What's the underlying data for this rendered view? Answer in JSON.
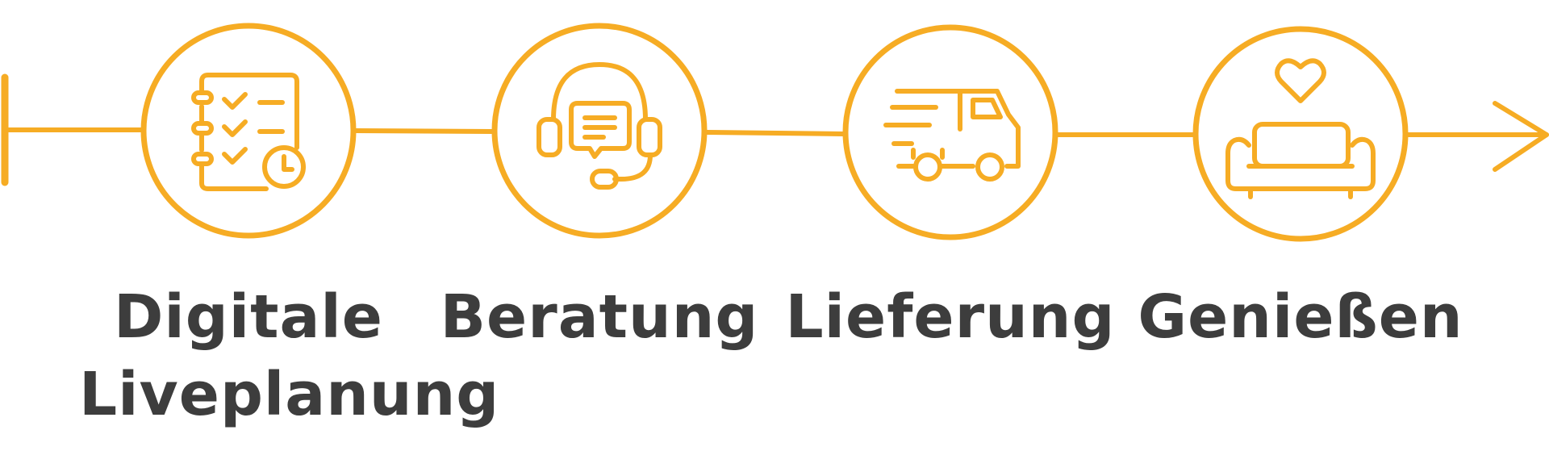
{
  "colors": {
    "accent": "#f6ac24",
    "text": "#3d3d3d",
    "background": "#ffffff"
  },
  "steps": [
    {
      "icon": "checklist-clipboard-icon",
      "label_lines": [
        "Digitale",
        "Liveplanung"
      ]
    },
    {
      "icon": "headset-chat-icon",
      "label_lines": [
        "Beratung"
      ]
    },
    {
      "icon": "delivery-truck-icon",
      "label_lines": [
        "Lieferung"
      ]
    },
    {
      "icon": "sofa-heart-icon",
      "label_lines": [
        "Genießen"
      ]
    }
  ]
}
